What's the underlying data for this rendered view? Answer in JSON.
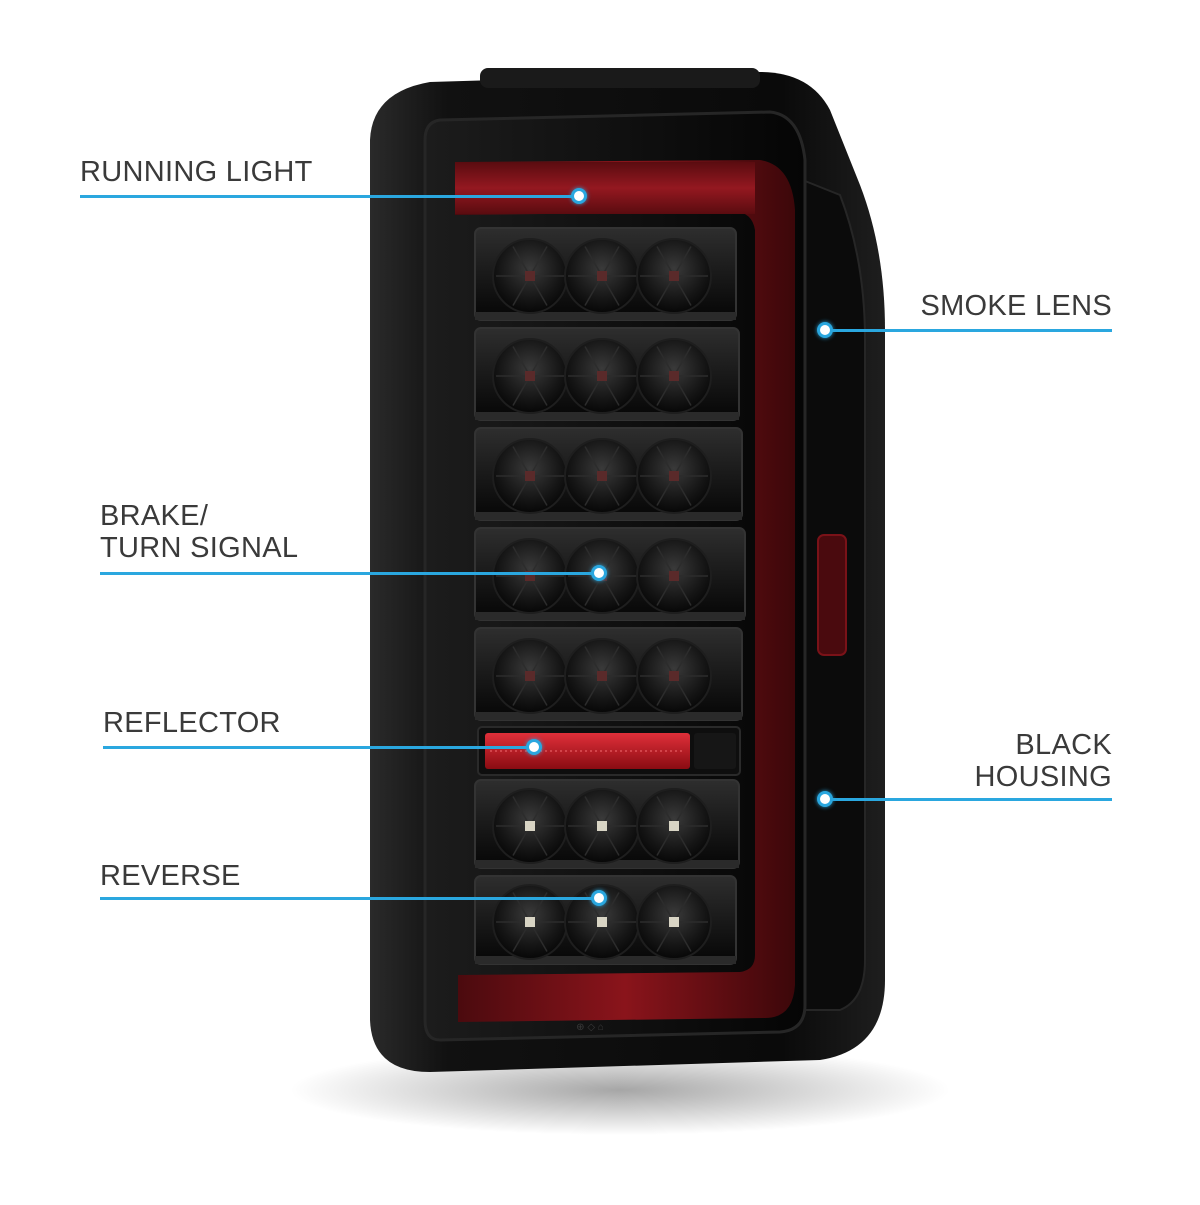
{
  "product": {
    "name": "smoke LED tail light",
    "colors": {
      "accent": "#2aa7df",
      "housing": "#0c0c0c",
      "red_tube": "#7a1218",
      "reflector": "#c0141c",
      "label_text": "#3a3a3a"
    }
  },
  "callouts": {
    "running_light": "RUNNING LIGHT",
    "smoke_lens": "SMOKE LENS",
    "brake_line1": "BRAKE/",
    "brake_line2": "TURN SIGNAL",
    "reflector": "REFLECTOR",
    "black_housing_line1": "BLACK",
    "black_housing_line2": "HOUSING",
    "reverse": "REVERSE"
  },
  "led_rows": {
    "red_rows": 5,
    "reverse_rows": 2,
    "leds_per_row": 3
  }
}
